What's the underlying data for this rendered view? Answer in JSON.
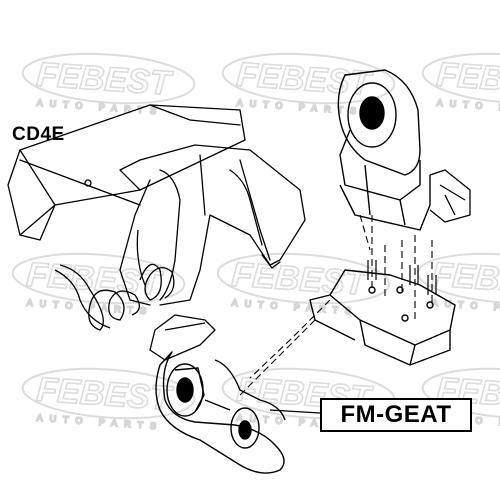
{
  "engine_code": "CD4E",
  "part_number": "FM-GEAT",
  "watermark": {
    "brand": "FEBEST",
    "tagline": "AUTO PARTS"
  },
  "colors": {
    "ink": "#000000",
    "watermark": "#dcdcdc",
    "background": "#ffffff"
  }
}
